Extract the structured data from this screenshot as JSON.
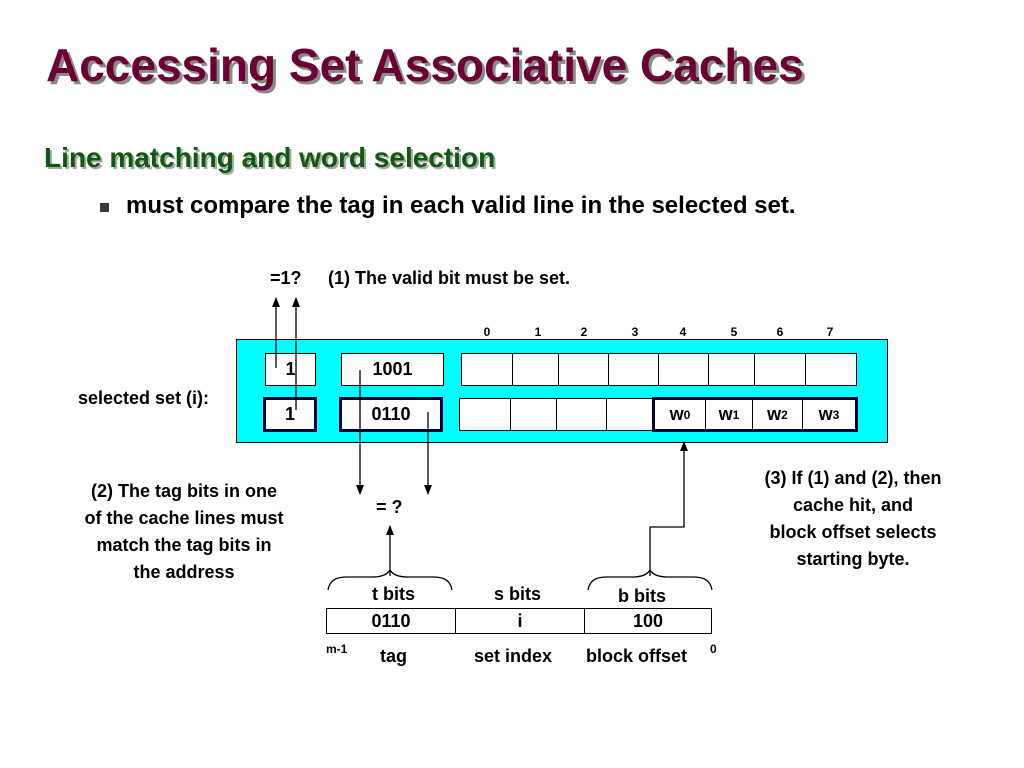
{
  "title": "Accessing Set Associative Caches",
  "subtitle": "Line matching and word selection",
  "bullet": "must compare the tag in each valid line in the selected set.",
  "valid_check": "=1?",
  "note1": "(1) The valid bit must be set.",
  "block_indices": [
    "0",
    "1",
    "2",
    "3",
    "4",
    "5",
    "6",
    "7"
  ],
  "selected_set_label": "selected set (i):",
  "line1": {
    "valid": "1",
    "tag": "1001"
  },
  "line2": {
    "valid": "1",
    "tag": "0110"
  },
  "words": [
    {
      "base": "w",
      "sub": "0"
    },
    {
      "base": "w",
      "sub": "1"
    },
    {
      "base": "w",
      "sub": "2"
    },
    {
      "base": "w",
      "sub": "3"
    }
  ],
  "tag_compare": "= ?",
  "note2": [
    "(2) The tag bits in one",
    "of the cache lines must",
    "match the tag bits in",
    "the address"
  ],
  "note3": [
    "(3) If (1) and (2), then",
    "cache hit, and",
    "block  offset selects",
    "starting byte."
  ],
  "address": {
    "t_label": "t bits",
    "s_label": "s bits",
    "b_label": "b bits",
    "t_value": "0110",
    "s_value": "i",
    "b_value": "100",
    "msb": "m-1",
    "lsb": "0",
    "tag_name": "tag",
    "set_name": "set index",
    "offset_name": "block offset"
  },
  "colors": {
    "title": "#6b0032",
    "subtitle": "#0f5a0f",
    "set_bg": "#00ffff"
  }
}
